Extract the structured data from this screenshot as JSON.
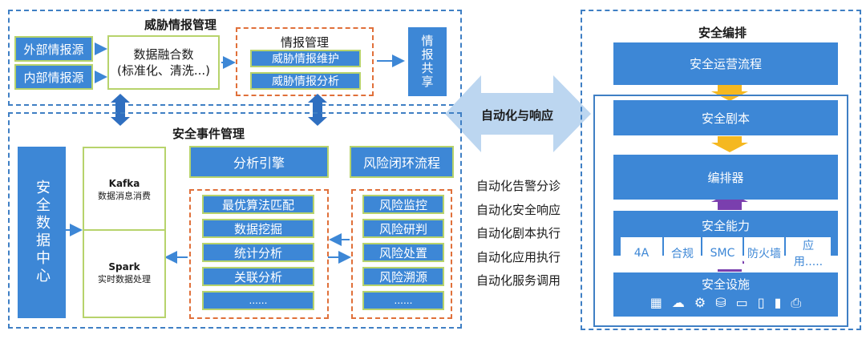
{
  "threat": {
    "title": "威胁情报管理",
    "sources": [
      "外部情报源",
      "内部情报源"
    ],
    "fusion": [
      "数据融合数",
      "(标准化、清洗...)"
    ],
    "intel": {
      "title": "情报管理",
      "items": [
        "威胁情报维护",
        "威胁情报分析"
      ]
    },
    "share": "情报共享"
  },
  "event": {
    "title": "安全事件管理",
    "datacenter": "安全数据中心",
    "kafka": {
      "name": "Kafka",
      "desc": "数据消息消费"
    },
    "spark": {
      "name": "Spark",
      "desc": "实时数据处理"
    },
    "engine": {
      "title": "分析引擎",
      "items": [
        "最优算法匹配",
        "数据挖掘",
        "统计分析",
        "关联分析",
        "......"
      ]
    },
    "risk": {
      "title": "风险闭环流程",
      "items": [
        "风险监控",
        "风险研判",
        "风险处置",
        "风险溯源",
        "......"
      ]
    }
  },
  "auto": {
    "title": "自动化与响应",
    "items": [
      "自动化告警分诊",
      "自动化安全响应",
      "自动化剧本执行",
      "自动化应用执行",
      "自动化服务调用"
    ]
  },
  "orch": {
    "title": "安全编排",
    "ops": "安全运营流程",
    "playbook": "安全剧本",
    "orchestrator": "编排器",
    "ability": {
      "title": "安全能力",
      "items": [
        "4A",
        "合规",
        "SMC",
        "防火墙",
        "应用....."
      ]
    },
    "facility": {
      "title": "安全设施"
    }
  }
}
